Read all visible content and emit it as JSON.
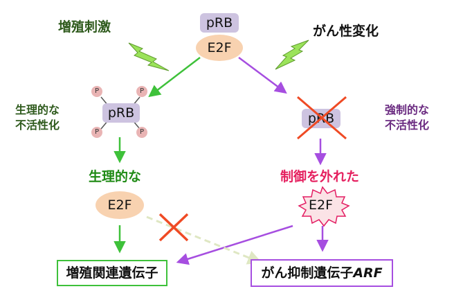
{
  "labels": {
    "proliferation_stimulus": "増殖刺激",
    "cancer_transformation": "がん性変化",
    "physiological_inactivation_line1": "生理的な",
    "physiological_inactivation_line2": "不活性化",
    "forced_inactivation_line1": "強制的な",
    "forced_inactivation_line2": "不活性化",
    "physiological": "生理的な",
    "uncontrolled": "制御を外れた"
  },
  "nodes": {
    "prb_top": "pRB",
    "e2f_top": "E2F",
    "prb_phospho": "pRB",
    "prb_destroyed": "pRB",
    "e2f_physio": "E2F",
    "e2f_burst": "E2F",
    "phosphate": "P"
  },
  "genes": {
    "proliferation_genes": "増殖関連遺伝子",
    "tumor_suppressor_prefix": "がん抑制遺伝子",
    "tumor_suppressor_italic": "ARF"
  },
  "colors": {
    "green_arrow": "#3ec13a",
    "purple_arrow": "#a64ee0",
    "red_cross": "#ef4a24",
    "dashed_arrow": "#dfe7c3",
    "green_box": "#3ec13a",
    "purple_box": "#a64ee0",
    "lightning": "#9be35a"
  }
}
